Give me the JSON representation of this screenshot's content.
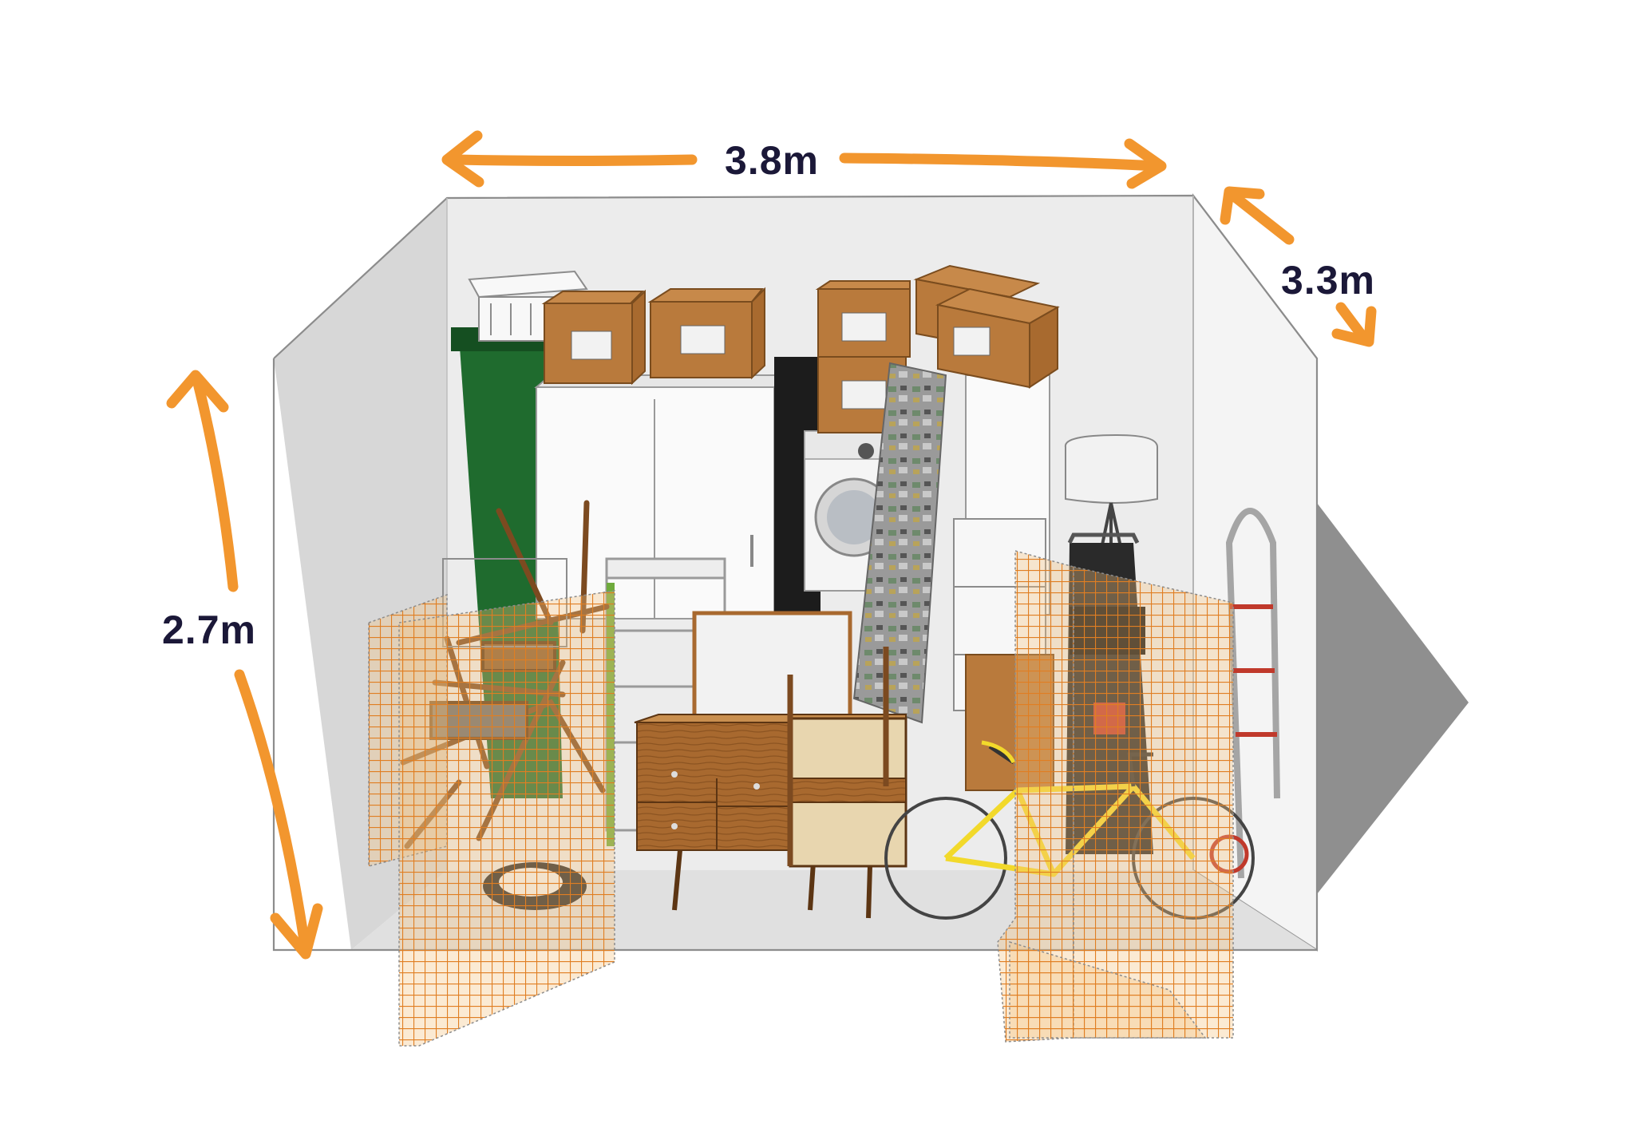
{
  "dimensions": {
    "width": "3.8m",
    "depth": "3.3m",
    "height": "2.7m"
  },
  "colors": {
    "arrow": "#F2962E",
    "label": "#1B1838",
    "box": "#B97A3C",
    "mesh": "#E8862A",
    "wall": "#D3D3D3",
    "shadow": "#8F8F8F",
    "bin": "#1F6B2E",
    "bike": "#F2D92B"
  },
  "icons": [
    "storage-unit-icon",
    "cardboard-box-icon",
    "washing-machine-icon",
    "bicycle-icon",
    "chair-icon",
    "lamp-icon",
    "mesh-door-icon"
  ]
}
